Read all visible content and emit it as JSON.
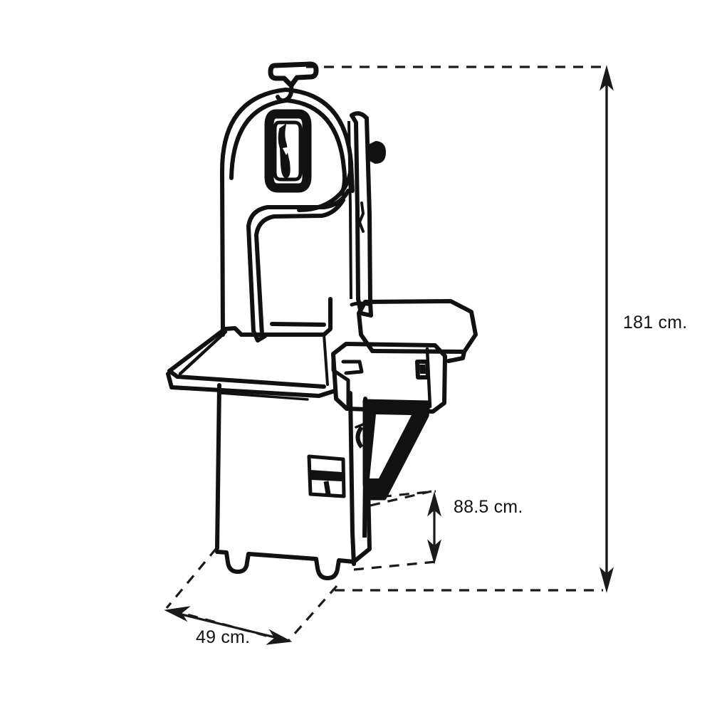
{
  "figure": {
    "type": "technical-dimension-drawing",
    "subject": "bandsaw-machine",
    "background_color": "#ffffff",
    "line_color": "#111111",
    "dimension_line_color": "#1a1a1a"
  },
  "dimensions": {
    "total_height": {
      "label": "181 cm.",
      "value": 181,
      "unit": "cm",
      "orientation": "vertical",
      "position": "right"
    },
    "work_height": {
      "label": "88.5 cm.",
      "value": 88.5,
      "unit": "cm",
      "orientation": "vertical",
      "position": "lower-right"
    },
    "depth": {
      "label": "49 cm.",
      "value": 49,
      "unit": "cm",
      "orientation": "diagonal",
      "position": "bottom-left"
    }
  },
  "machine_parts": {
    "top_bracket": "top-bracket",
    "upper_wheel_housing": "upper-wheel-housing",
    "door_latch": "door-latch-handle",
    "tension_knob": "blade-tension-knob",
    "blade_guide_column": "blade-guide-column",
    "blade": "saw-blade",
    "work_table": "work-table",
    "meat_pusher": "meat-pusher-tray",
    "sliding_carriage": "sliding-carriage",
    "support_brace": "support-brace",
    "cabinet": "base-cabinet",
    "cabinet_latch": "cabinet-door-latch",
    "feet": "adjustable-feet"
  }
}
